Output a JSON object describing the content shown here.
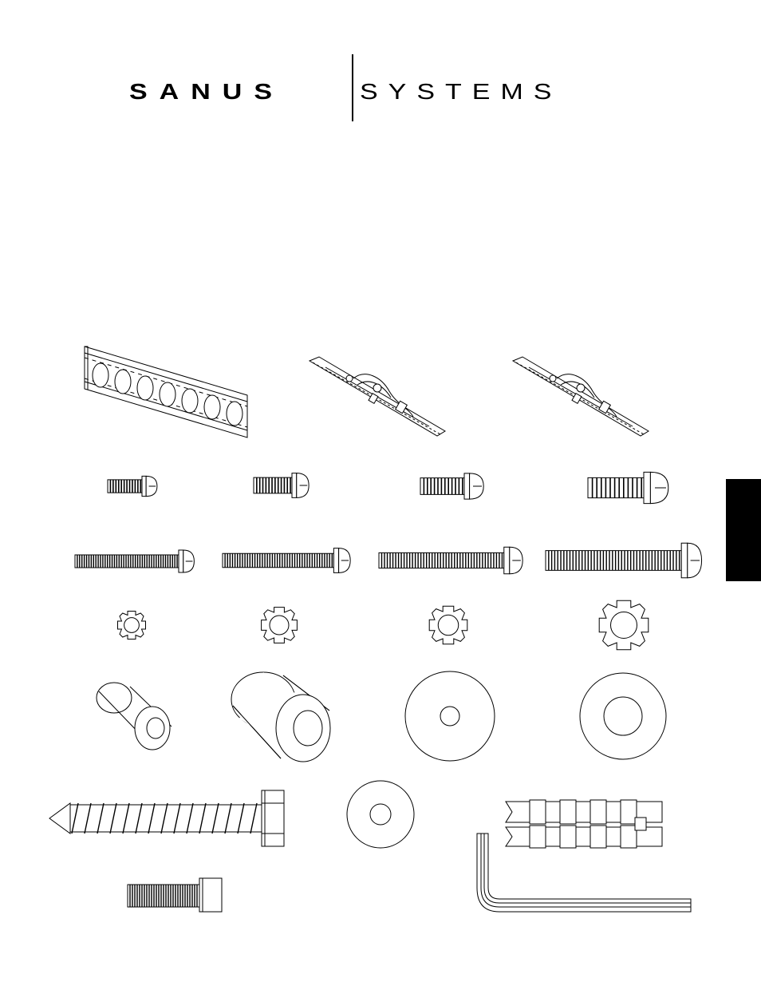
{
  "brand": {
    "left": "SANUS",
    "right": "SYSTEMS"
  },
  "parts": [
    "wall-rail",
    "adapter-bracket",
    "adapter-bracket",
    "short-screw",
    "short-screw",
    "short-screw",
    "short-screw",
    "long-screw",
    "long-screw",
    "long-screw",
    "long-screw",
    "star-washer",
    "star-washer",
    "star-washer",
    "star-washer",
    "spacer",
    "spacer",
    "washer",
    "washer",
    "lag-bolt",
    "lag-washer",
    "wall-anchor",
    "socket-bolt",
    "allen-wrench"
  ]
}
